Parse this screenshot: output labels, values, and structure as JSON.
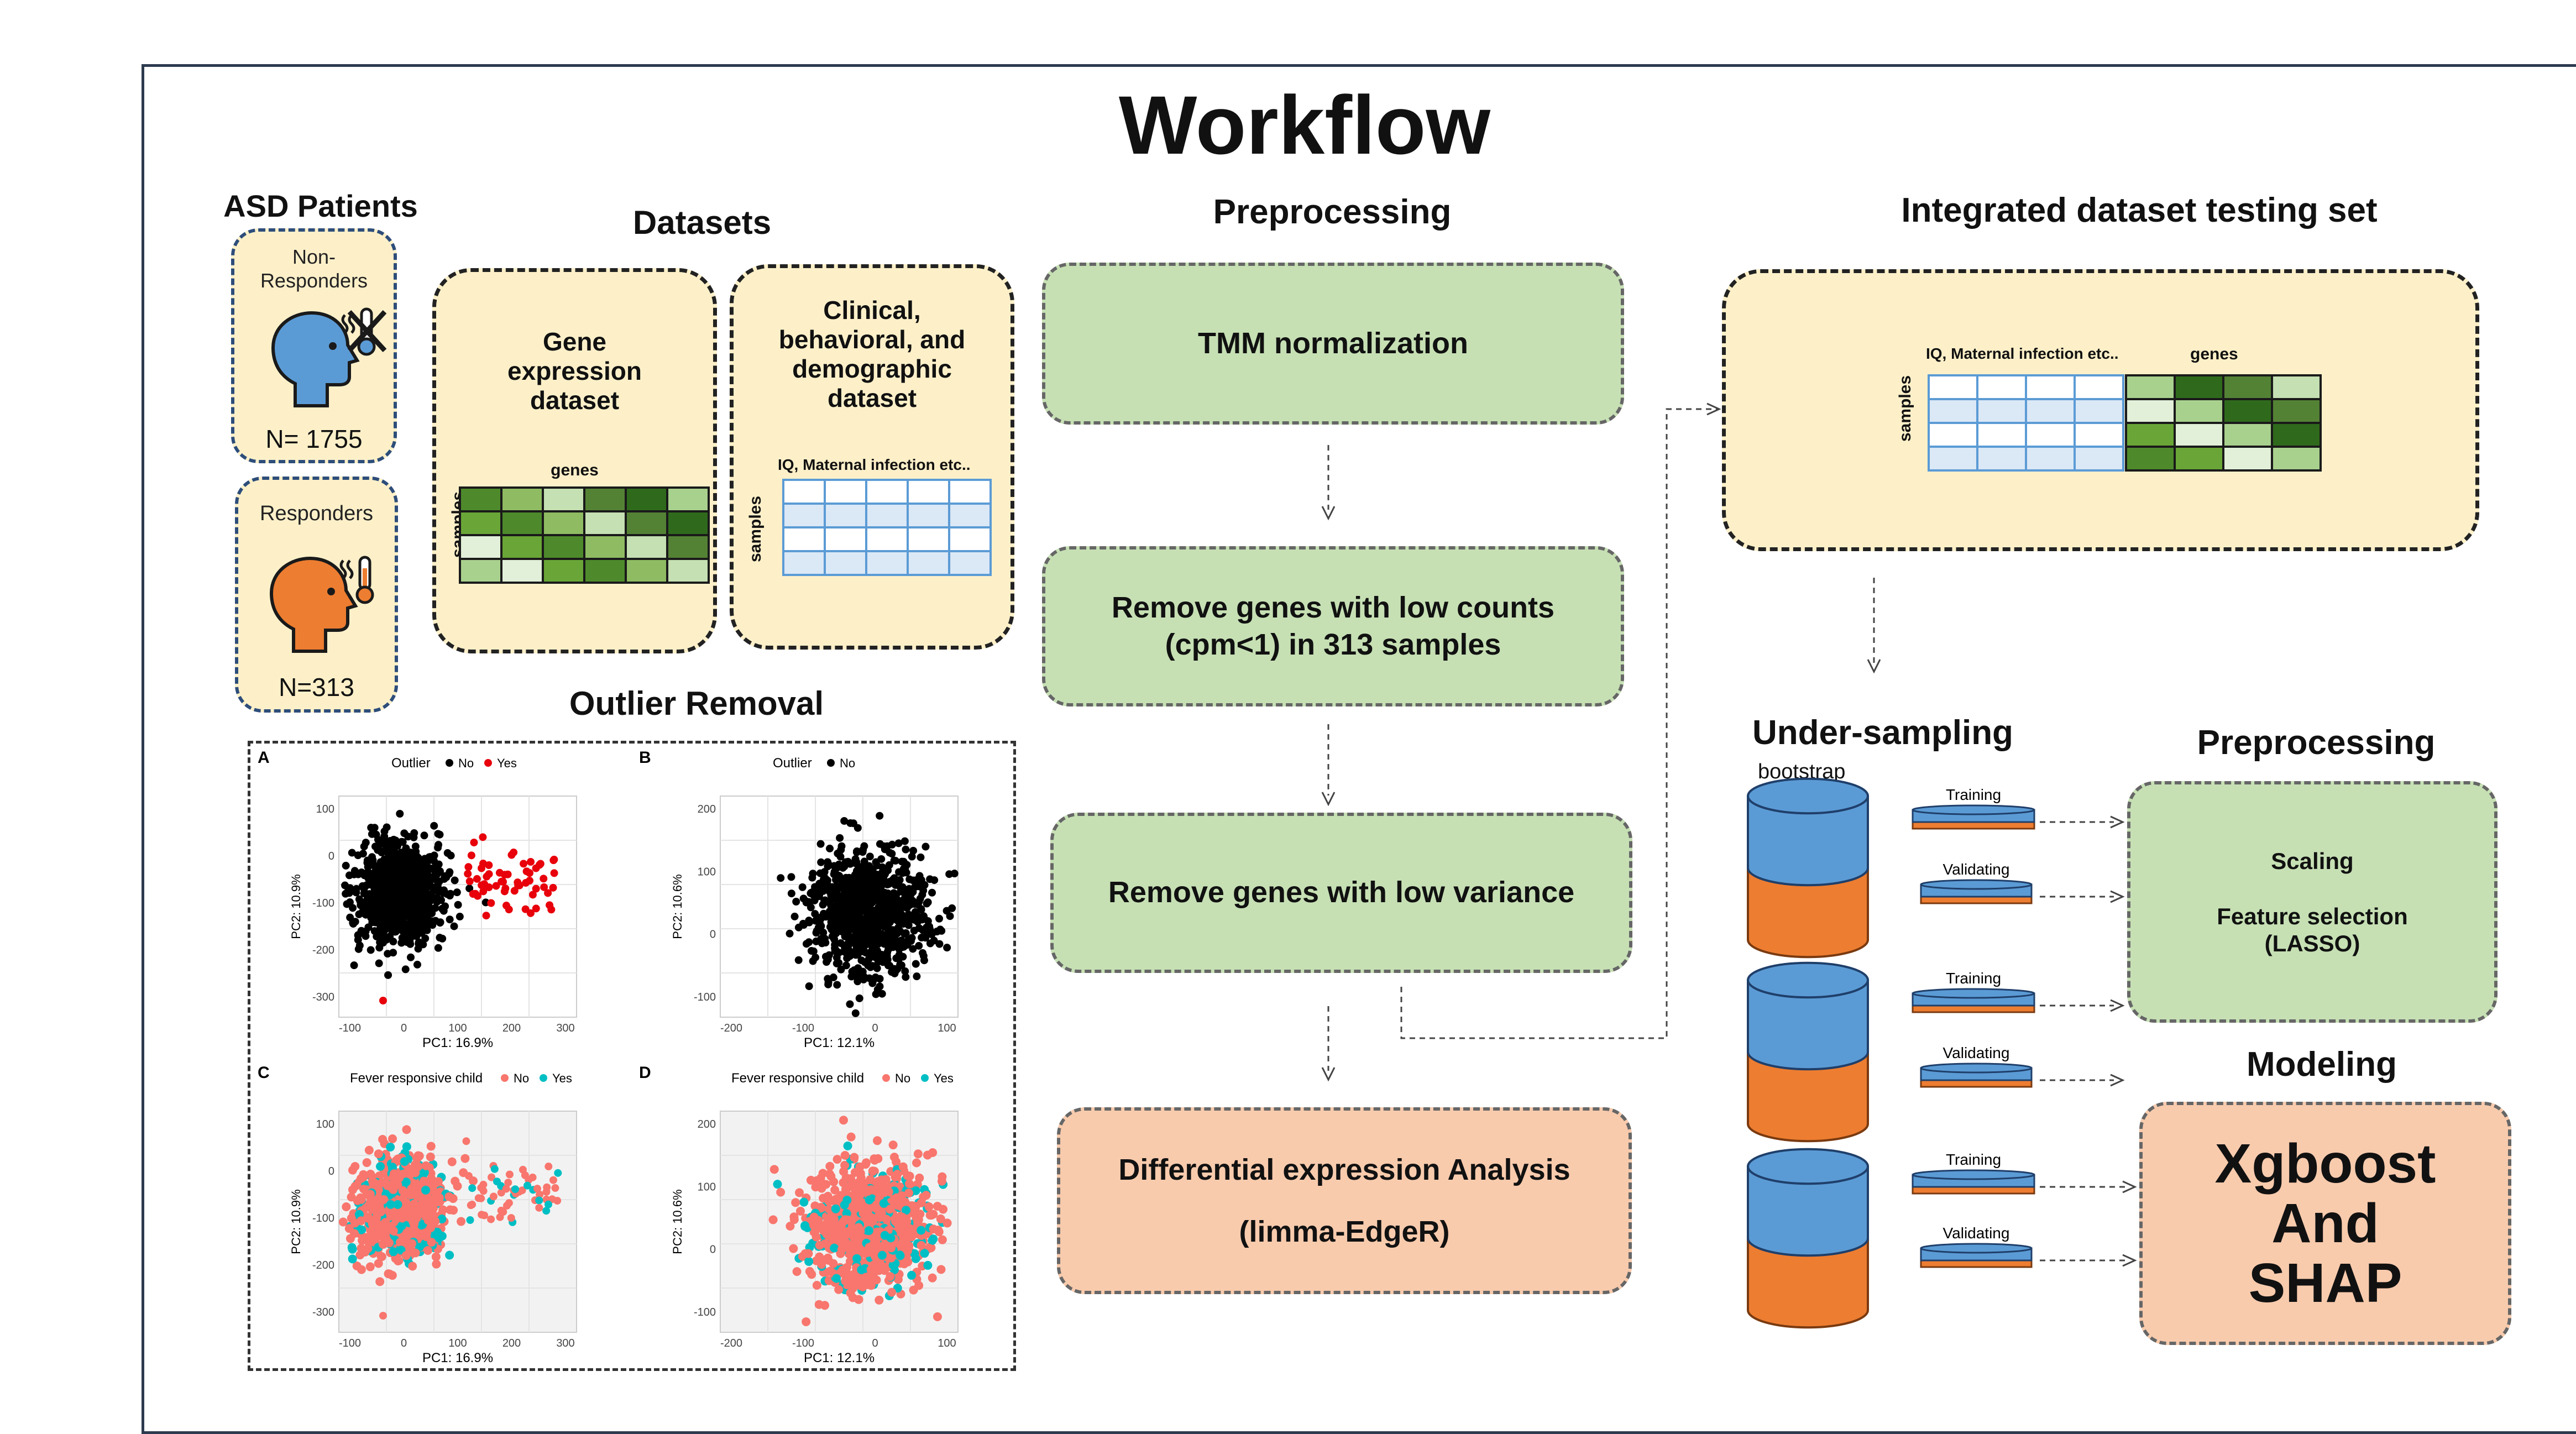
{
  "title": "Workflow",
  "asd": {
    "heading": "ASD Patients",
    "non_responders_label": "Non-\nResponders",
    "non_responders_n": "N= 1755",
    "responders_label": "Responders",
    "responders_n": "N=313"
  },
  "datasets": {
    "heading": "Datasets",
    "gene_title": "Gene\nexpression\ndataset",
    "gene_cols_label": "genes",
    "gene_rows_label": "samples",
    "clinical_title": "Clinical,\nbehavioral, and\ndemographic\ndataset",
    "clinical_cols_label": "IQ, Maternal infection etc..",
    "clinical_rows_label": "samples"
  },
  "outlier": {
    "heading": "Outlier Removal",
    "panels": [
      {
        "letter": "A",
        "legend_title": "Outlier",
        "legend": [
          "No",
          "Yes"
        ],
        "xlabel": "PC1: 16.9%",
        "ylabel": "PC2: 10.9%",
        "xticks": [
          "-100",
          "0",
          "100",
          "200",
          "300"
        ],
        "yticks": [
          "100",
          "0",
          "-100",
          "-200",
          "-300"
        ]
      },
      {
        "letter": "B",
        "legend_title": "Outlier",
        "legend": [
          "No"
        ],
        "xlabel": "PC1: 12.1%",
        "ylabel": "PC2: 10.6%",
        "xticks": [
          "-200",
          "-100",
          "0",
          "100"
        ],
        "yticks": [
          "200",
          "100",
          "0",
          "-100"
        ]
      },
      {
        "letter": "C",
        "legend_title": "Fever responsive child",
        "legend": [
          "No",
          "Yes"
        ],
        "xlabel": "PC1: 16.9%",
        "ylabel": "PC2: 10.9%",
        "xticks": [
          "-100",
          "0",
          "100",
          "200",
          "300"
        ],
        "yticks": [
          "100",
          "0",
          "-100",
          "-200",
          "-300"
        ]
      },
      {
        "letter": "D",
        "legend_title": "Fever responsive child",
        "legend": [
          "No",
          "Yes"
        ],
        "xlabel": "PC1: 12.1%",
        "ylabel": "PC2: 10.6%",
        "xticks": [
          "-200",
          "-100",
          "0",
          "100"
        ],
        "yticks": [
          "200",
          "100",
          "0",
          "-100"
        ]
      }
    ]
  },
  "preprocessing": {
    "heading": "Preprocessing",
    "step1": "TMM normalization",
    "step2": "Remove genes with low counts\n(cpm<1) in 313 samples",
    "step3": "Remove genes with low variance",
    "step4_line1": "Differential expression Analysis",
    "step4_line2": "(limma-EdgeR)"
  },
  "integrated": {
    "heading": "Integrated dataset testing set",
    "cols_label_left": "IQ, Maternal infection etc..",
    "cols_label_right": "genes",
    "rows_label": "samples"
  },
  "undersampling": {
    "heading": "Under-sampling",
    "sub": "bootstrap",
    "training_label": "Training",
    "validating_label": "Validating"
  },
  "preprocessing2": {
    "heading": "Preprocessing",
    "line1": "Scaling",
    "line2": "Feature selection\n(LASSO)"
  },
  "modeling": {
    "heading": "Modeling",
    "text": "Xgboost\nAnd\nSHAP"
  },
  "colors": {
    "green_box": "#c6e0b4",
    "orange_box": "#f8cbad",
    "cream_box": "#fdf0c9",
    "cylinder_blue": "#5b9bd5",
    "cylinder_orange": "#ed7d31",
    "outlier_red": "#e8000b",
    "fever_no": "#f8766d",
    "fever_yes": "#00bfc4"
  }
}
